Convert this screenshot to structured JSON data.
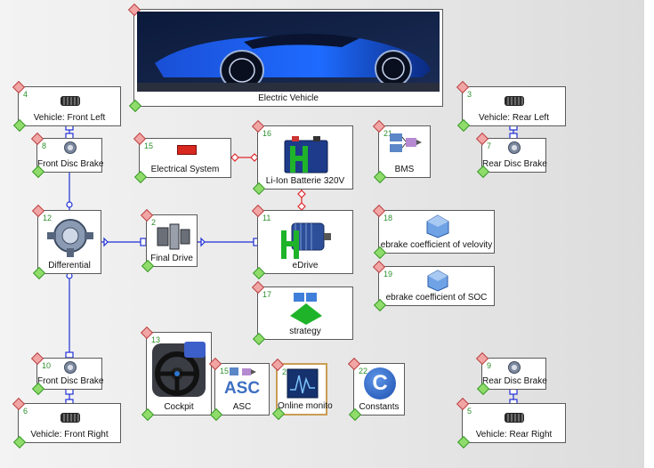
{
  "blocks": {
    "electric_vehicle": {
      "label": "Electric Vehicle"
    },
    "front_left": {
      "num": "4",
      "label": "Vehicle: Front Left"
    },
    "rear_left": {
      "num": "3",
      "label": "Vehicle: Rear Left"
    },
    "front_disc_brake_top": {
      "num": "8",
      "label": "Front Disc Brake"
    },
    "electrical_system": {
      "num": "15",
      "label": "Electrical System"
    },
    "battery": {
      "num": "16",
      "label": "Li-Ion Batterie 320V"
    },
    "bms": {
      "num": "21",
      "label": "BMS"
    },
    "rear_disc_brake_top": {
      "num": "7",
      "label": "Rear Disc Brake"
    },
    "differential": {
      "num": "12",
      "label": "Differential"
    },
    "final_drive": {
      "num": "2",
      "label": "Final Drive"
    },
    "edrive": {
      "num": "11",
      "label": "eDrive"
    },
    "ebrake_velocity": {
      "num": "18",
      "label": "ebrake coefficient of velovity"
    },
    "ebrake_soc": {
      "num": "19",
      "label": "ebrake coefficient of SOC"
    },
    "strategy": {
      "num": "17",
      "label": "strategy"
    },
    "cockpit": {
      "num": "13",
      "label": "Cockpit"
    },
    "asc": {
      "num": "15",
      "label": "ASC",
      "icon_text": "ASC"
    },
    "online_monitor": {
      "num": "20",
      "label": "Online monito"
    },
    "constants": {
      "num": "22",
      "label": "Constants",
      "icon_text": "C"
    },
    "front_disc_brake_bottom": {
      "num": "10",
      "label": "Front Disc Brake"
    },
    "front_right": {
      "num": "6",
      "label": "Vehicle: Front Right"
    },
    "rear_disc_brake_bottom": {
      "num": "9",
      "label": "Rear Disc Brake"
    },
    "rear_right": {
      "num": "5",
      "label": "Vehicle: Rear Right"
    }
  },
  "colors": {
    "mechanical_link": "#1f2fd6",
    "electrical_link": "#e0262c",
    "block_number": "#2d8f2d",
    "component_green": "#1fb32a"
  }
}
